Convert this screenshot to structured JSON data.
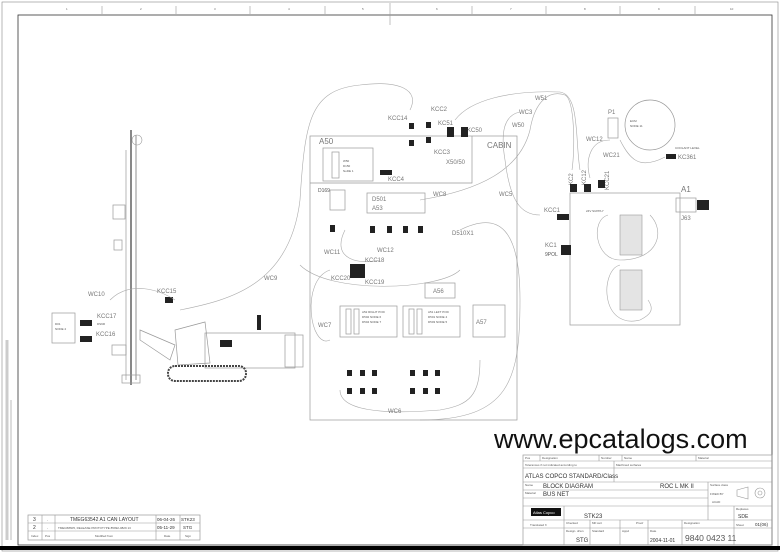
{
  "border": {
    "columns": [
      "1",
      "2",
      "3",
      "4",
      "5",
      "6",
      "7",
      "8",
      "9",
      "10"
    ]
  },
  "rig": {
    "labels": {
      "wc10": "WC10",
      "kcc15": "KCC15",
      "kcc17": "KCC17",
      "kcc16": "KCC16",
      "wc9": "WC9",
      "d01": "D01",
      "d01_node": "NODE 2",
      "ds9r": "DS9R"
    }
  },
  "cabin": {
    "title": "CABIN",
    "a50": "A50",
    "a50_text": [
      "W50",
      "D150",
      "NoDE 1"
    ],
    "x50": "X50/50",
    "kcc14": "KCC14",
    "kcc2": "KCC2",
    "kc51": "KC51",
    "kc50": "KC50",
    "kcc3": "KCC3",
    "kcc4": "KCC4",
    "wc8": "WC8",
    "wc5": "WC5",
    "d169": "D169",
    "d501": "D501",
    "a53": "A53",
    "d510x1": "D510X1",
    "wc11": "WC11",
    "wc12": "WC12",
    "kcc18": "KCC18",
    "kcc19": "KCC19",
    "kcc20": "KCC20",
    "a56": "A56",
    "a57": "A57",
    "a52": [
      "A52 RIGHT POD",
      "D502 NODE 6",
      "D504 NODE 7"
    ],
    "a51": [
      "A51 LEFT POD",
      "D501 NODE 4",
      "D503 NODE 5"
    ],
    "wc7": "WC7",
    "wc6": "WC6"
  },
  "engine": {
    "wc3": "WC3",
    "w50": "W50",
    "w51": "W51",
    "p1": "P1",
    "ecm": [
      "ECM",
      "NODE 11"
    ],
    "wc2": "WC12",
    "wc21": "WC21",
    "coolant": "COOLANT LEVEL",
    "kc361": "KC361",
    "a1": "A1",
    "j63": "J63",
    "kcc1": "KCC1",
    "kc1": "KC1",
    "pol": "9POL",
    "kc2": "KC2",
    "kcc12": "KC12",
    "kcc21": "KCC21",
    "supply": "24V SUPPLY"
  },
  "revisions": {
    "headers": [
      "Index",
      "Pos",
      "Modified from",
      "Date",
      "Sign"
    ],
    "rows": [
      {
        "index": "3",
        "pos": "-",
        "text": "TMEG63542 A1 CAN LAYOUT",
        "date": "06-04-26",
        "sign": "STK23"
      },
      {
        "index": "2",
        "pos": "-",
        "text": "TMEG58605, RELEASE PROTOTYPE 85992-0829 13",
        "date": "05-11-29",
        "sign": "STG"
      }
    ]
  },
  "title_block": {
    "pos": "Pos",
    "designation": "Designation",
    "number": "Number",
    "name": "Name",
    "material": "Material",
    "tolerances": "Tolerances if not indicated according to",
    "machined": "Machined surfaces",
    "standard": "ATLAS COPCO STANDARD/Class",
    "name_label": "Name",
    "drawing_name": "BLOCK DIAGRAM",
    "machine": "ROC L MK II",
    "material_label": "Material",
    "material_value": "BUS NET",
    "surface_class": "Surface class",
    "fixed_by": "FIXED BY",
    "acad": "ACAD",
    "company": "Atlas Copco",
    "stk": "STK23",
    "replaces": "Replaces",
    "replaces_value": "SDE",
    "translated": "Translated fr",
    "design_drwn": "Design. drwn",
    "design_value": "STG",
    "checked": "Checked",
    "mfr_cert": "Mfr.cert",
    "proof": "Proof",
    "standard_lbl": "Standard",
    "appd": "Appd",
    "date_label": "Date",
    "date": "2004-11-01",
    "designation_label": "Designation",
    "drawing_number": "9840 0423 11",
    "sheet_label": "Sheet",
    "sheet": "01(06)"
  },
  "watermark": "www.epcatalogs.com"
}
